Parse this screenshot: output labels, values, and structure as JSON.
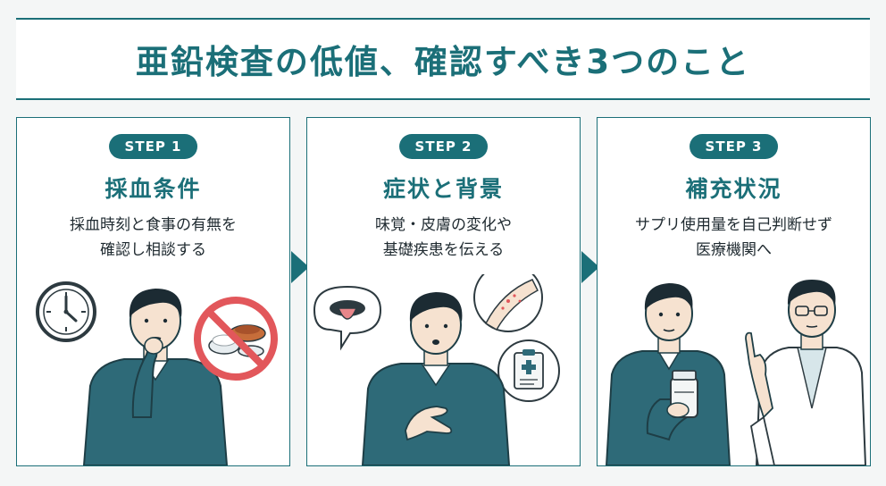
{
  "title": "亜鉛検査の低値、確認すべき3つのこと",
  "colors": {
    "accent": "#1b6f78",
    "sweater": "#2e6a78",
    "no_sign": "#e2575b"
  },
  "steps": [
    {
      "badge": "STEP 1",
      "heading": "採血条件",
      "desc": [
        "採血時刻と食事の有無を",
        "確認し相談する"
      ],
      "icons": [
        "clock-icon",
        "prohibited-meal-icon",
        "thinking-man-icon"
      ]
    },
    {
      "badge": "STEP 2",
      "heading": "症状と背景",
      "desc": [
        "味覚・皮膚の変化や",
        "基礎疾患を伝える"
      ],
      "icons": [
        "tongue-icon",
        "skin-rash-icon",
        "medical-clipboard-icon",
        "worried-man-icon"
      ]
    },
    {
      "badge": "STEP 3",
      "heading": "補充状況",
      "desc": [
        "サプリ使用量を自己判断せず",
        "医療機関へ"
      ],
      "icons": [
        "supplement-bottle-icon",
        "man-holding-bottle-icon",
        "doctor-icon"
      ]
    }
  ]
}
